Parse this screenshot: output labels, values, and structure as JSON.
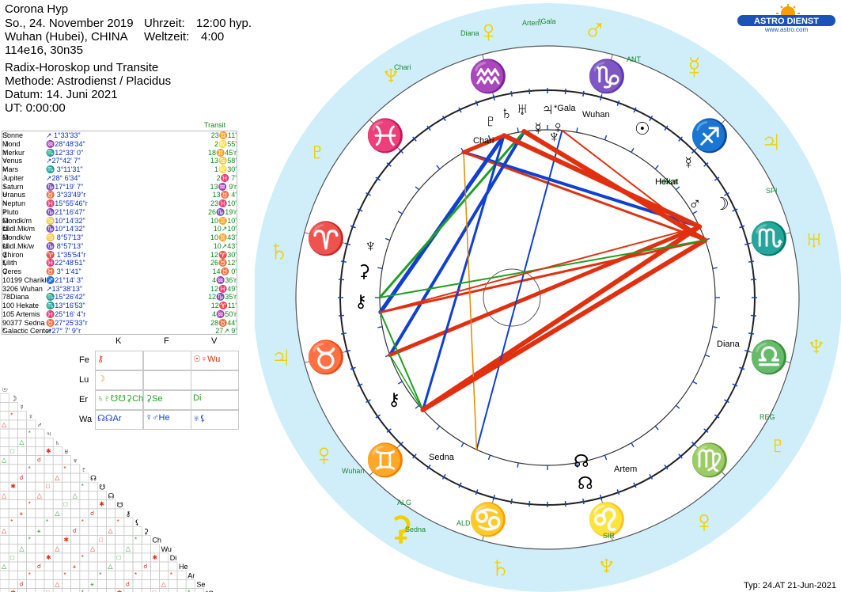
{
  "header": {
    "name": "Corona Hyp",
    "date": "So., 24. November 2019",
    "time_label": "Uhrzeit:",
    "time_value": "12:00 hyp.",
    "place": "Wuhan (Hubei), CHINA",
    "ut_label": "Weltzeit:",
    "ut_value": "4:00",
    "coords": "114e16, 30n35",
    "chart_type": "Radix-Horoskop und Transite",
    "method": "Methode: Astrodienst / Placidus",
    "transit_date": "Datum: 14. Juni 2021",
    "transit_ut": "UT:  0:00:00"
  },
  "transit_label": "Transit",
  "planets": [
    {
      "glyph": "☉",
      "name": "Sonne",
      "pos": "↗ 1°33'33\"",
      "transit": "23♊11'"
    },
    {
      "glyph": "☽",
      "name": "Mond",
      "pos": "♒28°48'34\"",
      "transit": "2♌55'"
    },
    {
      "glyph": "☿",
      "name": "Merkur",
      "pos": "♏12°33' 0\"",
      "transit": "18♊45'r"
    },
    {
      "glyph": "♀",
      "name": "Venus",
      "pos": "↗27°42' 7\"",
      "transit": "13♋58'"
    },
    {
      "glyph": "♂",
      "name": "Mars",
      "pos": "♏ 3°11'31\"",
      "transit": "1♌30'"
    },
    {
      "glyph": "♃",
      "name": "Jupiter",
      "pos": "↗28° 6'34\"",
      "transit": "2♓ 7'"
    },
    {
      "glyph": "♄",
      "name": "Saturn",
      "pos": "♑17°19' 7\"",
      "transit": "13♒ 9'r"
    },
    {
      "glyph": "♅",
      "name": "Uranus",
      "pos": "♉ 3°33'49\"r",
      "transit": "13♉ 4'"
    },
    {
      "glyph": "♆",
      "name": "Neptun",
      "pos": "♓15°55'46\"r",
      "transit": "23♓10'"
    },
    {
      "glyph": "♇",
      "name": "Pluto",
      "pos": "♑21°16'47\"",
      "transit": "26♑19'r"
    },
    {
      "glyph": "☊",
      "name": "Mondk/m",
      "pos": "♋10°14'32\"",
      "transit": "10♊10'"
    },
    {
      "glyph": "☋",
      "name": "südl.Mk/m",
      "pos": "♑10°14'32\"",
      "transit": "10↗10'"
    },
    {
      "glyph": "☊",
      "name": "Mondk/w",
      "pos": "♋ 8°57'13\"",
      "transit": "10♊43'"
    },
    {
      "glyph": "☋",
      "name": "südl.Mk/w",
      "pos": "♑ 8°57'13\"",
      "transit": "10↗43'"
    },
    {
      "glyph": "⚷",
      "name": "Chiron",
      "pos": "♈ 1°35'54\"r",
      "transit": "12♈30'"
    },
    {
      "glyph": "⚸",
      "name": "Lilith",
      "pos": "♓22°48'51\"",
      "transit": "26♉12'"
    },
    {
      "glyph": "⚳",
      "name": "Ceres",
      "pos": "♉ 3° 1'41\"",
      "transit": "14♉ 0'"
    },
    {
      "glyph": "",
      "name": "10199 Chariklo",
      "pos": "♐21°14' 3\"",
      "transit": "4♒36'r"
    },
    {
      "glyph": "",
      "name": "3206 Wuhan",
      "pos": "↗13°38'13\"",
      "transit": "12♓49'"
    },
    {
      "glyph": "",
      "name": "78Diana",
      "pos": "♏15°26'42\"",
      "transit": "12♑35'r"
    },
    {
      "glyph": "",
      "name": "100 Hekate",
      "pos": "♏13°16'53\"",
      "transit": "12♈11'"
    },
    {
      "glyph": "",
      "name": "105 Artemis",
      "pos": "♓25°16' 4\"r",
      "transit": "4♒50'r"
    },
    {
      "glyph": "",
      "name": "90377 Sedna",
      "pos": "♉27°25'33\"r",
      "transit": "28♉44'"
    },
    {
      "glyph": "*",
      "name": "Galactic Center",
      "pos": "↗27° 7' 9\"r",
      "transit": "27↗ 9'"
    }
  ],
  "elements": {
    "col_heads": [
      "K",
      "F",
      "V"
    ],
    "row_heads": [
      "Fe",
      "Lu",
      "Er",
      "Wa"
    ],
    "cells": [
      [
        "⚷",
        "",
        "☉♀Wu"
      ],
      [
        "☽",
        "",
        ""
      ],
      [
        "♄♇☋☋⚳Ch",
        "⚳Se",
        "Di"
      ],
      [
        "☊☊Ar",
        "☿♂He",
        "♅⚸"
      ]
    ]
  },
  "aspect_grid_labels": [
    "☉",
    "☽",
    "☿",
    "♀",
    "♂",
    "♃",
    "♄",
    "♅",
    "♆",
    "♇",
    "☊",
    "☋",
    "☊",
    "☋",
    "⚷",
    "⚸",
    "⚳",
    "Ch",
    "Wu",
    "Di",
    "He",
    "Ar",
    "Se",
    "*G"
  ],
  "wheel": {
    "labels_outer": [
      "Diana",
      "Artem",
      "*Gala",
      "Chari",
      "Hekat",
      "Wuhan",
      "Sedna",
      "ANT",
      "SPI",
      "REG",
      "SIR",
      "ALD",
      "ALG"
    ],
    "labels_inner": [
      "*Gala",
      "Wuhan",
      "Chari",
      "Hekat",
      "Diana",
      "Sedna",
      "Artem"
    ]
  },
  "logo": {
    "brand": "ASTRO DIENST",
    "url": "www.astro.com"
  },
  "footer": "Typ: 24.AT  21-Jun-2021",
  "colors": {
    "fire": "#e03010",
    "earth": "#20a020",
    "air": "#f2d000",
    "water": "#1040d0",
    "outer_ring": "#cfeefa"
  }
}
